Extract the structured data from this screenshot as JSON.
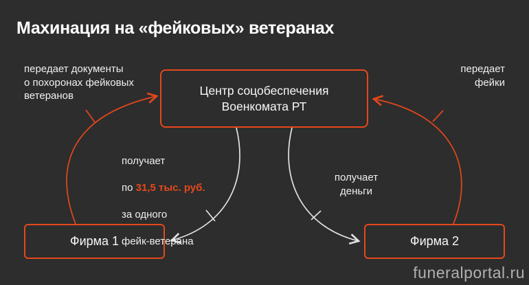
{
  "colors": {
    "background": "#2d2d2d",
    "accent_orange": "#e6481b",
    "line_white": "#e3e3e3",
    "text": "#f2f2f2",
    "watermark_gray": "#b0b0b0"
  },
  "title": "Махинация на «фейковых» ветеранах",
  "watermark": "funeralportal.ru",
  "nodes": {
    "center": {
      "label": "Центр соцобеспечения\nВоенкомата РТ"
    },
    "firm1": {
      "label": "Фирма 1"
    },
    "firm2": {
      "label": "Фирма 2"
    }
  },
  "edge_labels": {
    "documents": "передает документы\nо похоронах фейковых\nветеранов",
    "fakes": "передает\nфейки",
    "payment": {
      "line1": "получает",
      "line2_prefix": "по ",
      "amount": "31,5 тыс. руб.",
      "line3": "за одного",
      "line4": "фейк-ветерана"
    },
    "money": "получает\nденьги"
  }
}
